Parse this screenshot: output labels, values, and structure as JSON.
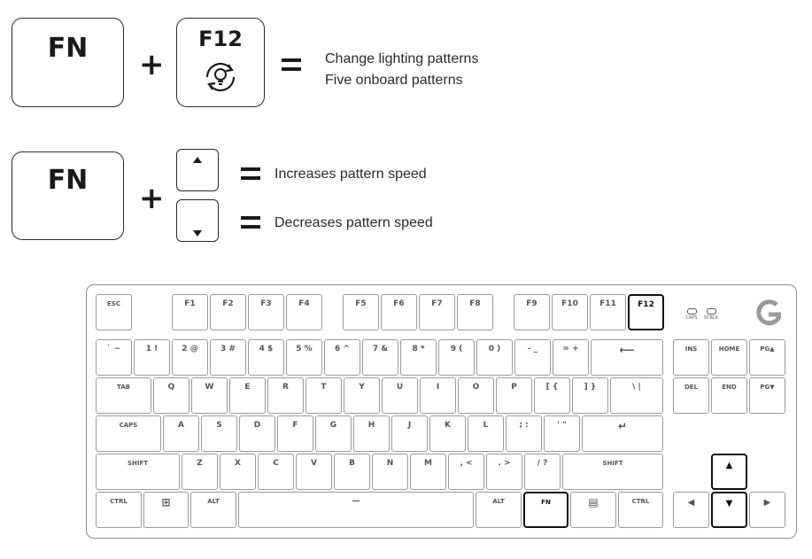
{
  "combo1": {
    "fn_label": "FN",
    "plus": "+",
    "f12_label": "F12",
    "f12_icon": "lightbulb-cycle-icon",
    "line1": "Change lighting patterns",
    "line2": "Five onboard patterns"
  },
  "combo2": {
    "fn_label": "FN",
    "plus": "+",
    "up_icon": "arrow-up-icon",
    "down_icon": "arrow-down-icon",
    "up_text": "Increases pattern speed",
    "down_text": "Decreases pattern speed"
  },
  "keyboard": {
    "highlight_color": "#111111",
    "key_border_color": "#9a9a9a",
    "indicators": [
      "CAPS",
      "SCRLK"
    ],
    "logo": "logitech-g-logo",
    "highlighted_keys": [
      "F12",
      "FN",
      "up-arrow",
      "down-arrow"
    ],
    "keys": {
      "esc": "ESC",
      "f1": "F1",
      "f2": "F2",
      "f3": "F3",
      "f4": "F4",
      "f5": "F5",
      "f6": "F6",
      "f7": "F7",
      "f8": "F8",
      "f9": "F9",
      "f10": "F10",
      "f11": "F11",
      "f12": "F12",
      "grave": "` ~",
      "n1": "1 !",
      "n2": "2 @",
      "n3": "3 #",
      "n4": "4 $",
      "n5": "5 %",
      "n6": "6 ^",
      "n7": "7 &",
      "n8": "8 *",
      "n9": "9 (",
      "n0": "0 )",
      "minus": "- _",
      "equal": "= +",
      "backspace": "⟵",
      "ins": "INS",
      "home": "HOME",
      "pgup": "PG▲",
      "tab": "TAB",
      "q": "Q",
      "w": "W",
      "e": "E",
      "r": "R",
      "t": "T",
      "y": "Y",
      "u": "U",
      "i": "I",
      "o": "O",
      "p": "P",
      "lbracket": "[ {",
      "rbracket": "] }",
      "backslash": "\\ |",
      "del": "DEL",
      "end": "END",
      "pgdn": "PG▼",
      "caps": "CAPS",
      "a": "A",
      "s": "S",
      "d": "D",
      "f": "F",
      "g": "G",
      "h": "H",
      "j": "J",
      "k": "K",
      "l": "L",
      "semicolon": "; :",
      "quote": "' \"",
      "enter": "↵",
      "lshift": "SHIFT",
      "z": "Z",
      "x": "X",
      "c": "C",
      "v": "V",
      "b": "B",
      "n": "N",
      "m": "M",
      "comma": ", <",
      "period": ". >",
      "slash": "/ ?",
      "rshift": "SHIFT",
      "lctrl": "CTRL",
      "win": "⊞",
      "lalt": "ALT",
      "space": "—",
      "ralt": "ALT",
      "fn": "FN",
      "menu": "▤",
      "rctrl": "CTRL",
      "up": "▲",
      "left": "◀",
      "down": "▼",
      "right": "▶"
    }
  }
}
